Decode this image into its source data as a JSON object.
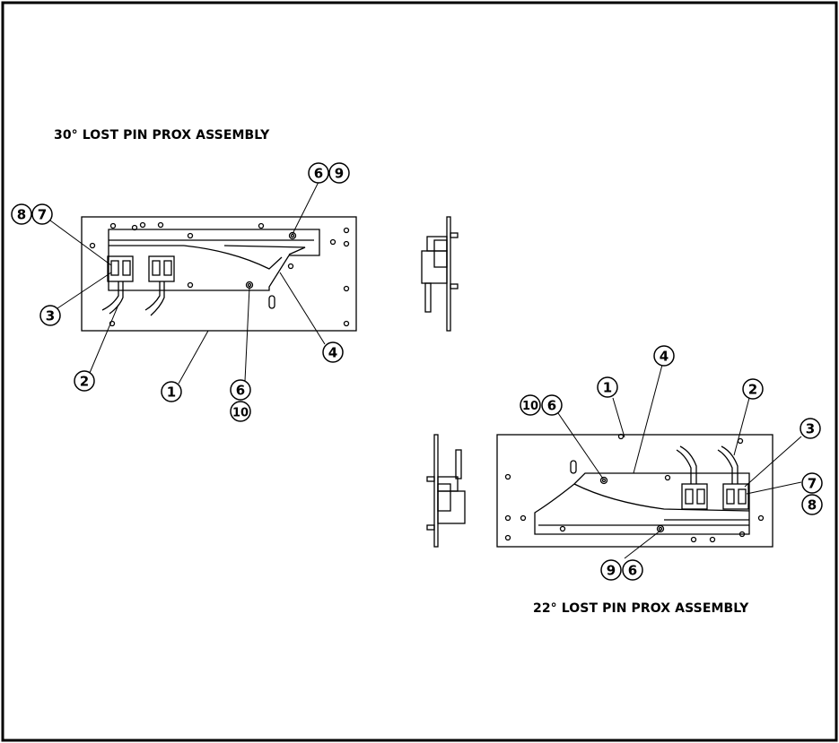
{
  "assembly_30": {
    "title": "30° LOST PIN PROX ASSEMBLY",
    "callouts": {
      "c8": "8",
      "c7": "7",
      "c3": "3",
      "c2": "2",
      "c1": "1",
      "c6a": "6",
      "c9": "9",
      "c4": "4",
      "c6b": "6",
      "c10": "10"
    }
  },
  "assembly_22": {
    "title": "22° LOST PIN PROX ASSEMBLY",
    "callouts": {
      "c10": "10",
      "c6a": "6",
      "c1": "1",
      "c4": "4",
      "c2": "2",
      "c3": "3",
      "c7": "7",
      "c8": "8",
      "c9": "9",
      "c6b": "6"
    }
  }
}
